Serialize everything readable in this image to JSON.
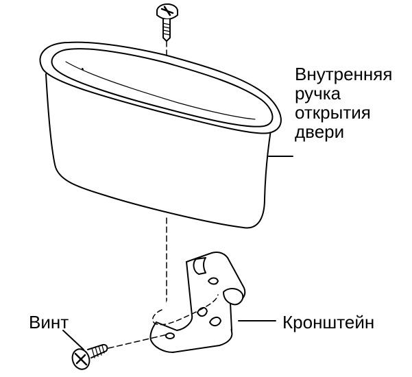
{
  "labels": {
    "inner_handle": [
      "Внутренняя",
      "ручка",
      "открытия",
      "двери"
    ],
    "screw": "Винт",
    "bracket": "Кронштейн"
  },
  "colors": {
    "line": "#000000",
    "background": "#ffffff"
  }
}
